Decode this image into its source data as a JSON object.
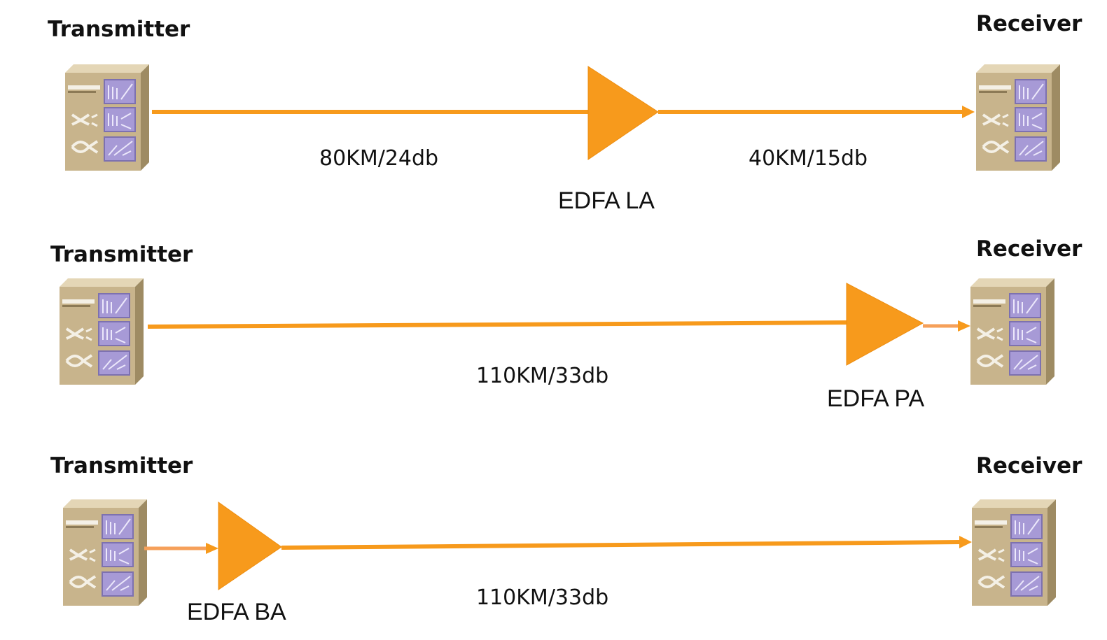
{
  "colors": {
    "fiber": "#f79a1c",
    "amplifier": "#f79a1c",
    "device_front": "#c8b48c",
    "device_panel": "#a79ad6"
  },
  "icons": {
    "device": "optical-network-device-icon",
    "amplifier": "amplifier-triangle-icon"
  },
  "rows": [
    {
      "transmitter_label": "Transmitter",
      "receiver_label": "Receiver",
      "amplifier_label": "EDFA LA",
      "span_labels": [
        "80KM/24db",
        "40KM/15db"
      ]
    },
    {
      "transmitter_label": "Transmitter",
      "receiver_label": "Receiver",
      "amplifier_label": "EDFA PA",
      "span_labels": [
        "110KM/33db"
      ]
    },
    {
      "transmitter_label": "Transmitter",
      "receiver_label": "Receiver",
      "amplifier_label": "EDFA BA",
      "span_labels": [
        "110KM/33db"
      ]
    }
  ]
}
